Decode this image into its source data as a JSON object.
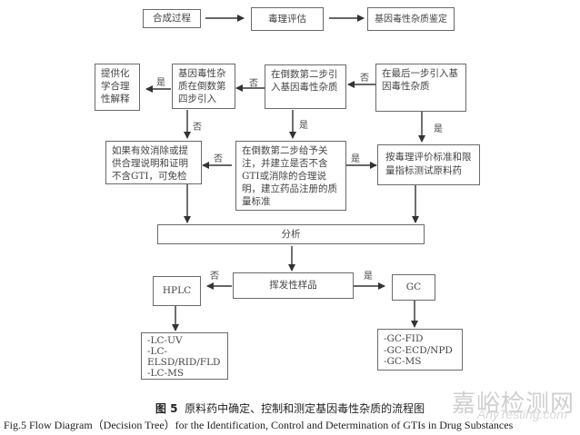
{
  "top_row": {
    "step1": "合成过程",
    "step2": "毒理评估",
    "step3": "基因毒性杂质鉴定"
  },
  "boxes": {
    "rational_explanation": "提供化学合理性解释",
    "fourth_last_step": "基因毒性杂质在倒数第四步引入",
    "second_last_step": "在倒数第二步引入基因毒性杂质",
    "last_step": "在最后一步引入基因毒性杂质",
    "exempt": "如果有效消除或提供合理说明和证明不含GTI，可免检",
    "focus_second_last": "在倒数第二步给予关注，并建立是否不含GTI或消除的合理说明，建立药品注册的质量标准",
    "test_api": "按毒理评价标准和限量指标测试原料药",
    "analysis": "分析",
    "volatile_sample": "挥发性样品",
    "hplc": "HPLC",
    "gc": "GC",
    "hplc_methods": [
      "-LC-UV",
      "-LC-",
      "ELSD/RID/FLD",
      "-LC-MS"
    ],
    "gc_methods": [
      "-GC-FID",
      "-GC-ECD/NPD",
      "-GC-MS"
    ]
  },
  "labels": {
    "yes": "是",
    "no": "否"
  },
  "caption": {
    "cn_prefix": "图 5",
    "cn_text": "原料药中确定、控制和测定基因毒性杂质的流程图",
    "en": "Fig.5   Flow Diagram（Decision Tree）for the Identification, Control and Determination of GTIs in Drug Substances"
  },
  "watermark": {
    "cn": "嘉峪检测网",
    "en": "AnyTesting.com"
  }
}
